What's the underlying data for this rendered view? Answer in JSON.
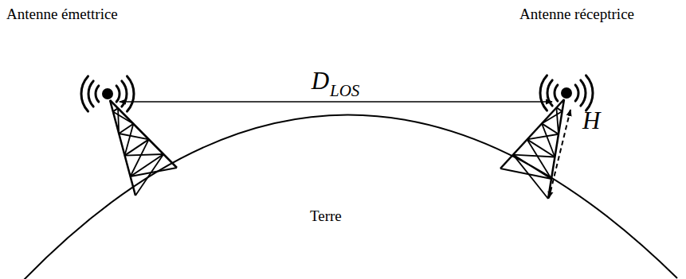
{
  "diagram": {
    "labels": [
      "Antenne émettrice",
      "Antenne réceptrice",
      "D",
      "LOS",
      "H",
      "Terre"
    ]
  }
}
